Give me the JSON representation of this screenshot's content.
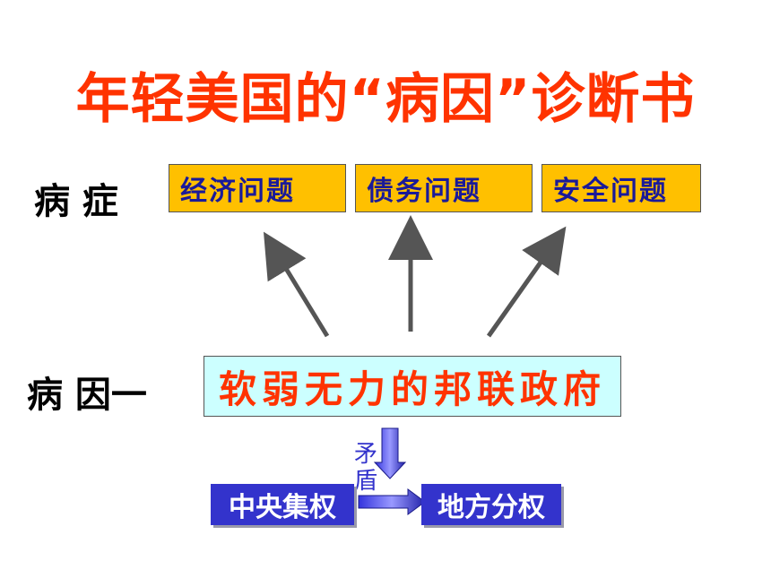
{
  "title": "年轻美国的“病因”诊断书",
  "labels": {
    "symptoms": "病 症",
    "cause": "病 因一"
  },
  "symptoms": [
    "经济问题",
    "债务问题",
    "安全问题"
  ],
  "cause": "软弱无力的邦联政府",
  "conflict": {
    "label_top": "矛",
    "label_bottom": "盾",
    "left": "中央集权",
    "right": "地方分权"
  },
  "colors": {
    "title": "#ff3300",
    "symptom_fill": "#ffc000",
    "symptom_text": "#1a1a99",
    "cause_fill": "#ccffff",
    "cause_text": "#ff3300",
    "power_fill": "#3333cc"
  }
}
